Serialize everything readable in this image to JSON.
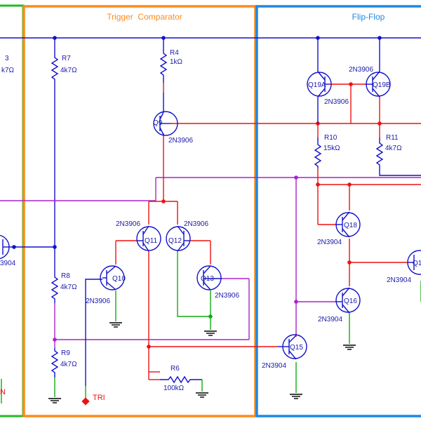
{
  "sections": {
    "trigger_title": "Trigger  Comparator",
    "flipflop_title": "Flip-Flop"
  },
  "colors": {
    "trigger_frame": "#ff8a1c",
    "flipflop_frame": "#1e88e5",
    "left_frame": "#22bb22",
    "wire_blue": "#1010cc",
    "wire_red": "#ee1111",
    "wire_magenta": "#aa22cc",
    "wire_green": "#11aa11",
    "label_blue": "#1a1aa8",
    "tri_red": "#ee1111"
  },
  "components": {
    "r7": {
      "name": "R7",
      "value": "4k7Ω"
    },
    "r4": {
      "name": "R4",
      "value": "1kΩ"
    },
    "r8": {
      "name": "R8",
      "value": "4k7Ω"
    },
    "r9": {
      "name": "R9",
      "value": "4k7Ω"
    },
    "r6": {
      "name": "R6",
      "value": "100kΩ"
    },
    "r10": {
      "name": "R10",
      "value": "15kΩ"
    },
    "r11": {
      "name": "R11",
      "value": "4k7Ω"
    },
    "q9": {
      "name": "Q9",
      "type": "2N3906"
    },
    "q10": {
      "name": "Q10",
      "type": "2N3906"
    },
    "q11": {
      "name": "Q11",
      "type": "2N3906"
    },
    "q12": {
      "name": "Q12",
      "type": "2N3906"
    },
    "q13": {
      "name": "Q13",
      "type": "2N3906"
    },
    "q15": {
      "name": "Q15",
      "type": "2N3904"
    },
    "q16": {
      "name": "Q16",
      "type": "2N3904"
    },
    "q18": {
      "name": "Q18",
      "type": "2N3904"
    },
    "q19a": {
      "name": "Q19A",
      "type": "2N3906"
    },
    "q19b": {
      "name": "Q19B",
      "type": "2N3906"
    },
    "q17": {
      "name": "Q1",
      "type": "2N3904"
    }
  },
  "cut_labels": {
    "left_r_letter": "3",
    "left_r_value": "k7Ω",
    "left_q_type": "3904",
    "left_n": "N"
  },
  "tri_label": "TRI"
}
